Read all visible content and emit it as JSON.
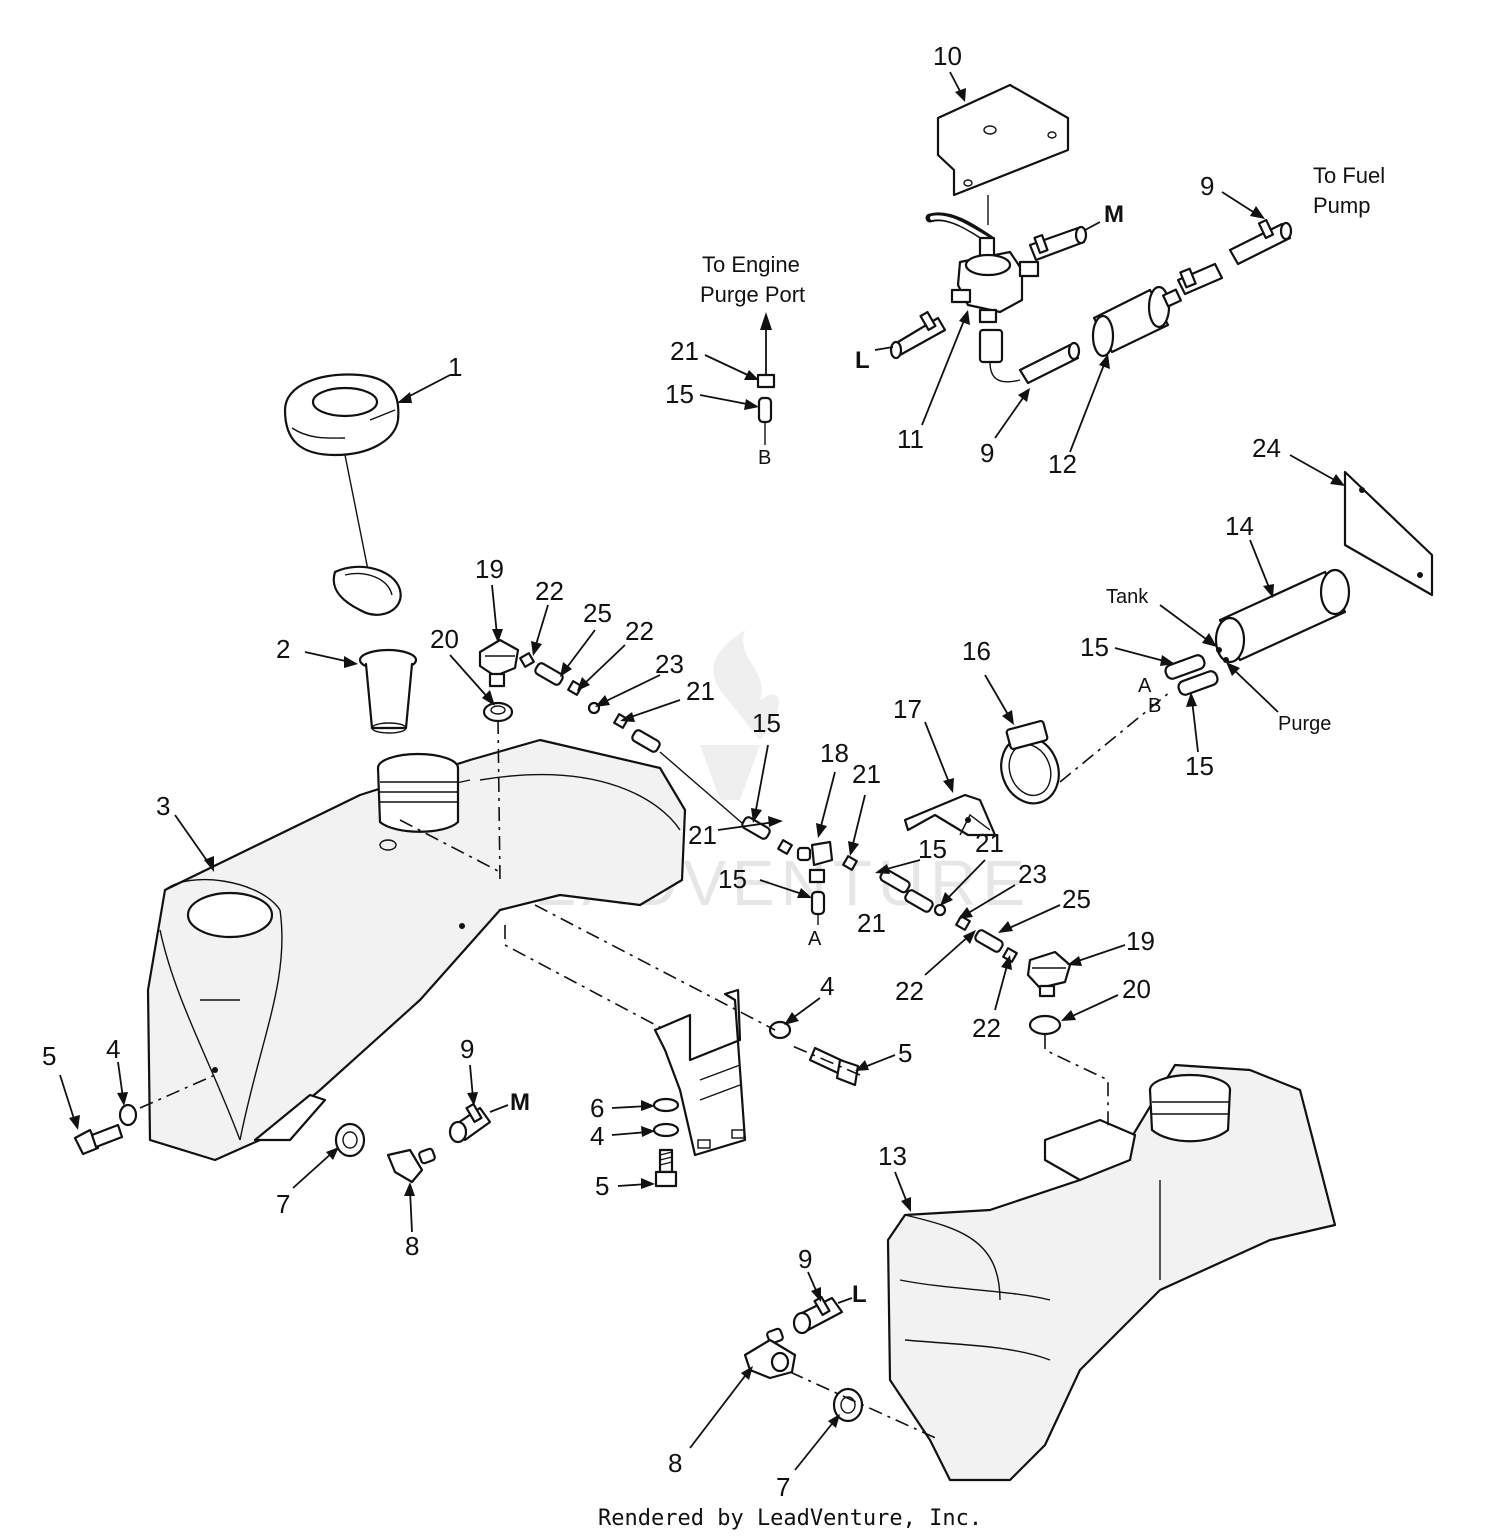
{
  "watermark": "LEADVENTURE",
  "credit": "Rendered by LeadVenture, Inc.",
  "callouts": {
    "c1": "1",
    "c2": "2",
    "c3": "3",
    "c4a": "4",
    "c4b": "4",
    "c4c": "4",
    "c5a": "5",
    "c5b": "5",
    "c5c": "5",
    "c6": "6",
    "c7a": "7",
    "c7b": "7",
    "c8a": "8",
    "c8b": "8",
    "c9a": "9",
    "c9b": "9",
    "c9c": "9",
    "c9d": "9",
    "c10": "10",
    "c11": "11",
    "c12": "12",
    "c13": "13",
    "c14": "14",
    "c15a": "15",
    "c15b": "15",
    "c15c": "15",
    "c15d": "15",
    "c15e": "15",
    "c15f": "15",
    "c16": "16",
    "c17": "17",
    "c18": "18",
    "c19a": "19",
    "c19b": "19",
    "c20a": "20",
    "c20b": "20",
    "c21a": "21",
    "c21b": "21",
    "c21c": "21",
    "c21d": "21",
    "c21e": "21",
    "c21f": "21",
    "c22a": "22",
    "c22b": "22",
    "c22c": "22",
    "c22d": "22",
    "c23a": "23",
    "c23b": "23",
    "c24": "24",
    "c25a": "25",
    "c25b": "25"
  },
  "labels": {
    "to_engine_1": "To Engine",
    "to_engine_2": "Purge Port",
    "to_fuel_1": "To Fuel",
    "to_fuel_2": "Pump",
    "tank": "Tank",
    "purge": "Purge",
    "conn_a1": "A",
    "conn_a2": "A",
    "conn_b1": "B",
    "conn_b2": "B",
    "conn_m1": "M",
    "conn_m2": "M",
    "conn_l1": "L",
    "conn_l2": "L"
  }
}
